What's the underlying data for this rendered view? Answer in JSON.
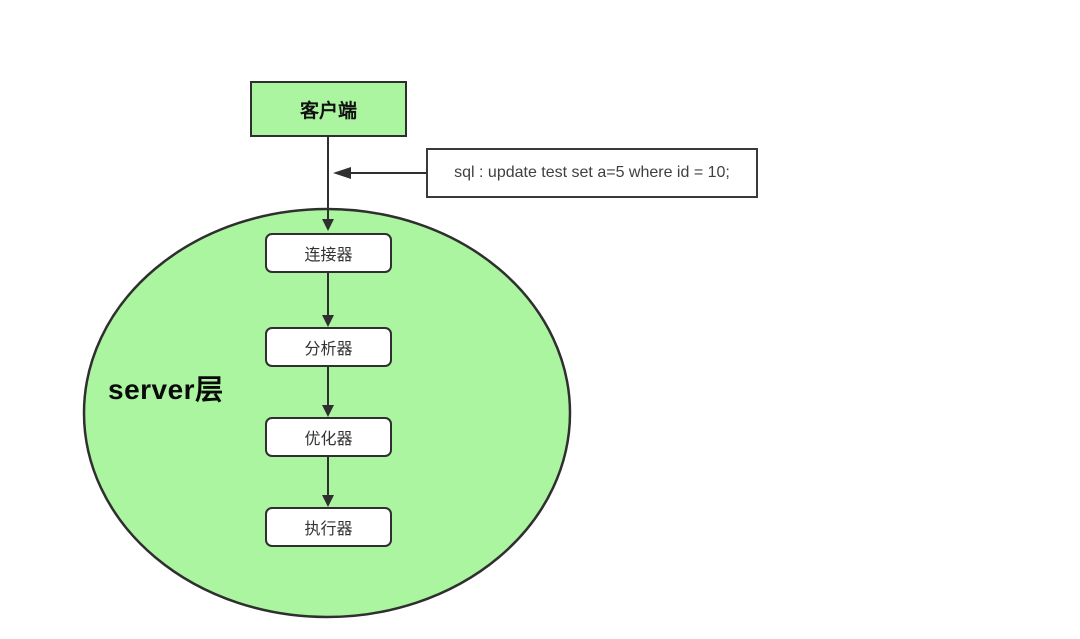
{
  "diagram": {
    "client": {
      "label": "客户端"
    },
    "sql_note": {
      "label": "sql : update test set a=5 where id = 10;"
    },
    "server_layer": {
      "label": "server层"
    },
    "nodes": [
      {
        "label": "连接器"
      },
      {
        "label": "分析器"
      },
      {
        "label": "优化器"
      },
      {
        "label": "执行器"
      }
    ],
    "colors": {
      "green_fill": "#abf5a0",
      "stroke": "#2f2f2f",
      "node_fill": "#ffffff",
      "node_text": "#333333"
    }
  }
}
